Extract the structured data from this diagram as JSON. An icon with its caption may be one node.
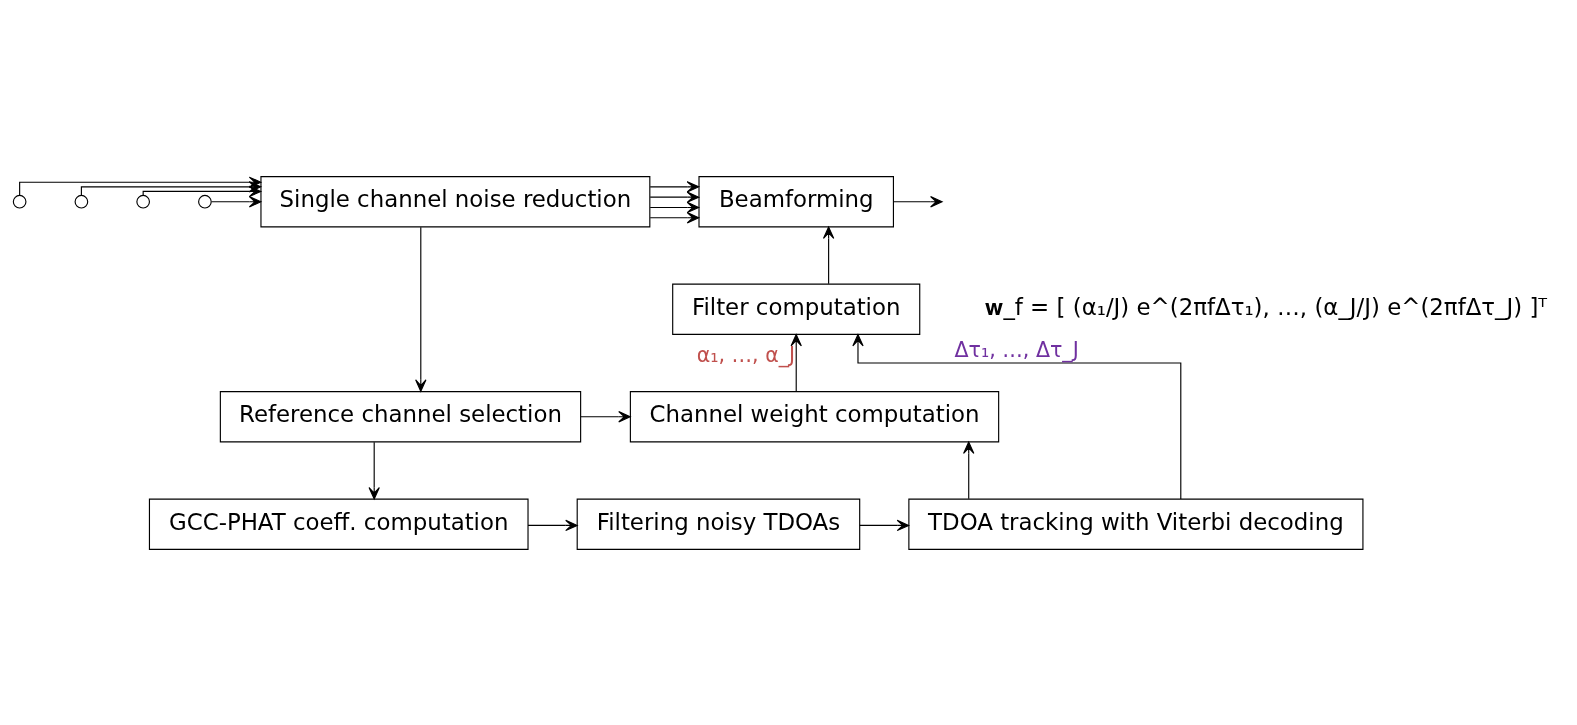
{
  "diagram": {
    "nodes": [
      {
        "text": [
          "Single channel noise reduction"
        ]
      },
      {
        "text": [
          "Beamforming"
        ]
      },
      {
        "text": [
          "Filter computation"
        ]
      },
      {
        "text": [
          "Reference channel selection"
        ]
      },
      {
        "text": [
          "Channel weight computation"
        ]
      },
      {
        "text": [
          "GCC-PHAT coeff. computation"
        ]
      },
      {
        "text": [
          "Filtering noisy TDOAs"
        ]
      },
      {
        "text": [
          "TDOA tracking with Viterbi decoding"
        ]
      },
      {
        "text": [],
        "shape": "circle"
      },
      {
        "text": [],
        "shape": "circle"
      },
      {
        "text": [],
        "shape": "circle"
      },
      {
        "text": [],
        "shape": "circle"
      }
    ],
    "edges": [
      {
        "from": 8,
        "to": 0,
        "arrow": "to"
      },
      {
        "from": 9,
        "to": 0,
        "arrow": "to"
      },
      {
        "from": 10,
        "to": 0,
        "arrow": "to"
      },
      {
        "from": 11,
        "to": 0,
        "arrow": "to"
      },
      {
        "from": 0,
        "to": 1,
        "arrow": "to"
      },
      {
        "from": 0,
        "to": 1,
        "arrow": "to"
      },
      {
        "from": 0,
        "to": 1,
        "arrow": "to"
      },
      {
        "from": 0,
        "to": 1,
        "arrow": "to"
      },
      {
        "from": 0,
        "to": 3,
        "arrow": "to"
      },
      {
        "from": 1,
        "to": null,
        "arrow": "to"
      },
      {
        "from": 2,
        "to": 1,
        "arrow": "to"
      },
      {
        "from": 4,
        "to": 2,
        "arrow": "to",
        "label": "α₁, …, α_J"
      },
      {
        "from": 3,
        "to": 4,
        "arrow": "to"
      },
      {
        "from": 3,
        "to": 5,
        "arrow": "to"
      },
      {
        "from": 5,
        "to": 6,
        "arrow": "to"
      },
      {
        "from": 6,
        "to": 7,
        "arrow": "to"
      },
      {
        "from": 7,
        "to": 4,
        "arrow": "to"
      },
      {
        "from": 7,
        "to": 2,
        "arrow": "to",
        "label": "Δτ₁, …, Δτ_J"
      }
    ],
    "labels": [
      "𝐰_f = [ (α₁/J) e^(2πfΔτ₁), …, (α_J/J) e^(2πfΔτ_J) ]ᵀ"
    ]
  }
}
